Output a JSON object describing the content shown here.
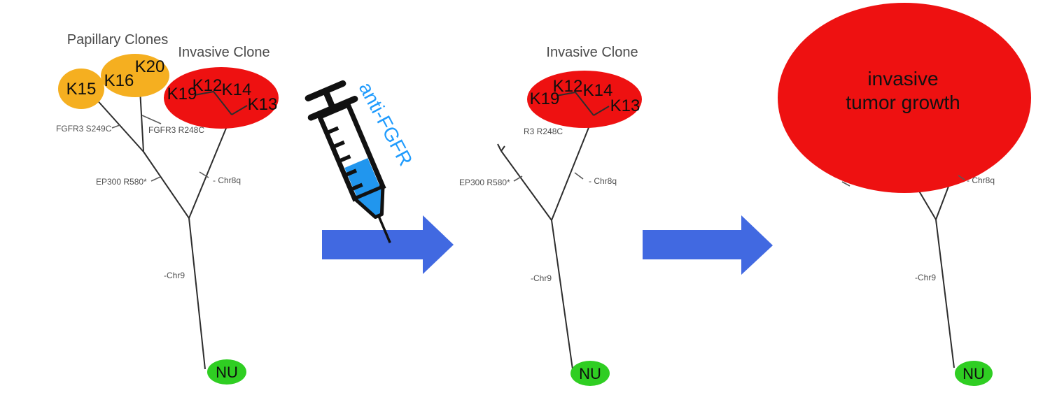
{
  "colors": {
    "papillary_fill": "#F5AF20",
    "invasive_fill": "#EE1111",
    "normal_fill": "#2FCE22",
    "arrow_fill": "#4169E1",
    "drug_blue": "#1F9BFD",
    "liquid_blue": "#2196EE"
  },
  "before": {
    "papillary_title": "Papillary Clones",
    "invasive_title": "Invasive Clone",
    "k15": "K15",
    "k16": "K16",
    "k20": "K20",
    "k19": "K19",
    "k12": "K12",
    "k14": "K14",
    "k13": "K13",
    "fgfr3_s249c": "FGFR3 S249C",
    "fgfr3_r248c": "FGFR3 R248C",
    "ep300": "EP300 R580*",
    "chr8q": "- Chr8q",
    "chr9": "-Chr9",
    "root": "NU"
  },
  "treatment": {
    "drug": "anti-FGFR"
  },
  "after": {
    "invasive_title": "Invasive Clone",
    "k19": "K19",
    "k12": "K12",
    "k14": "K14",
    "k13": "K13",
    "fgfr3_r248c_partial": "R3 R248C",
    "ep300": "EP300 R580*",
    "chr8q": "- Chr8q",
    "chr9": "-Chr9",
    "root": "NU"
  },
  "outcome": {
    "growth_line1": "invasive",
    "growth_line2": "tumor growth",
    "chr8q": "- Chr8q",
    "chr9": "-Chr9",
    "root": "NU"
  }
}
